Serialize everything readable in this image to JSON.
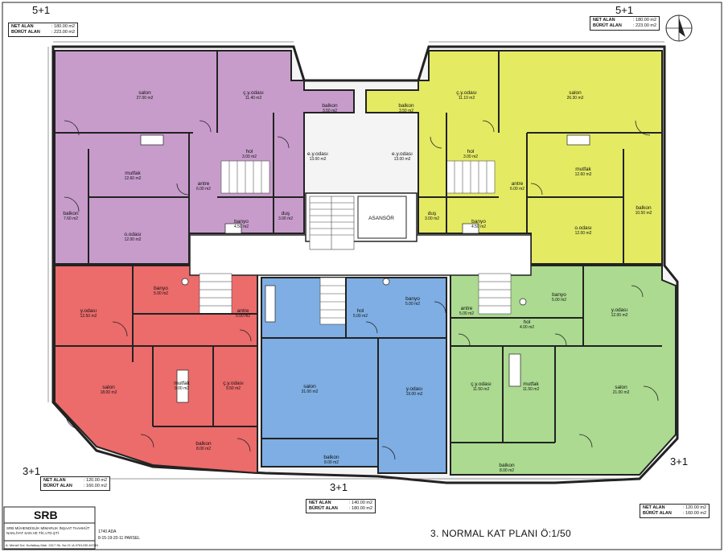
{
  "corner_labels": {
    "top_left": "5+1",
    "top_right": "5+1",
    "mid_left": "3+1",
    "mid_right": "3+1",
    "bottom_center": "3+1"
  },
  "labels": {
    "net": "NET ALAN",
    "gross": "BÜRÜT ALAN"
  },
  "area_boxes": {
    "top_left": {
      "net": ": 180.00 m2",
      "gross": ": 223.00 m2"
    },
    "top_right": {
      "net": ": 180.00 m2",
      "gross": ": 223.00 m2"
    },
    "bottom_left": {
      "net": ": 120.00 m2",
      "gross": ": 160.00 m2"
    },
    "bottom_center": {
      "net": ": 140.00 m2",
      "gross": ": 180.00 m2"
    },
    "bottom_right": {
      "net": ": 120.00 m2",
      "gross": ": 160.00 m2"
    }
  },
  "rooms": {
    "p_salon": {
      "name": "salon",
      "area": "27.00 m2"
    },
    "p_cy": {
      "name": "ç.y.odası",
      "area": "11.40 m2"
    },
    "p_balkon1": {
      "name": "balkon",
      "area": "3.50 m2"
    },
    "p_ey": {
      "name": "e.y.odası",
      "area": "13.00 m2"
    },
    "p_hol": {
      "name": "hol",
      "area": "3.00 m2"
    },
    "p_mutfak": {
      "name": "mutfak",
      "area": "12.60 m2"
    },
    "p_antre": {
      "name": "antre",
      "area": "6.00 m2"
    },
    "p_balkon2": {
      "name": "balkon",
      "area": "7.60 m2"
    },
    "p_oodasi": {
      "name": "o.odası",
      "area": "12.00 m2"
    },
    "p_banyo": {
      "name": "banyo",
      "area": "4.50 m2"
    },
    "p_dus": {
      "name": "duş",
      "area": "3.00 m2"
    },
    "y_salon": {
      "name": "salon",
      "area": "26.30 m2"
    },
    "y_cy": {
      "name": "ç.y.odası",
      "area": "11.10 m2"
    },
    "y_balkon1": {
      "name": "balkon",
      "area": "3.50 m2"
    },
    "y_ey": {
      "name": "e.y.odası",
      "area": "13.00 m2"
    },
    "y_hol": {
      "name": "hol",
      "area": "3.00 m2"
    },
    "y_mutfak": {
      "name": "mutfak",
      "area": "12.60 m2"
    },
    "y_antre": {
      "name": "antre",
      "area": "6.00 m2"
    },
    "y_balkon2": {
      "name": "balkon",
      "area": "10.50 m2"
    },
    "y_oodasi": {
      "name": "o.odası",
      "area": "12.00 m2"
    },
    "y_banyo": {
      "name": "banyo",
      "area": "4.50 m2"
    },
    "y_dus": {
      "name": "duş",
      "area": "3.00 m2"
    },
    "asansor": {
      "name": "ASANSÖR",
      "area": ""
    },
    "r_banyo": {
      "name": "banyo",
      "area": "5.00 m2"
    },
    "r_yodasi": {
      "name": "y.odası",
      "area": "12.50 m2"
    },
    "r_salon": {
      "name": "salon",
      "area": "18.00 m2"
    },
    "r_mutfak": {
      "name": "mutfak",
      "area": "9.00 m2"
    },
    "r_cy": {
      "name": "ç.y.odası",
      "area": "9.50 m2"
    },
    "r_antre": {
      "name": "antre",
      "area": "5.00 m2"
    },
    "r_balkon": {
      "name": "balkon",
      "area": "8.00 m2"
    },
    "b_banyo": {
      "name": "banyo",
      "area": "5.00 m2"
    },
    "b_hol": {
      "name": "hol",
      "area": "5.00 m2"
    },
    "b_salon": {
      "name": "salon",
      "area": "31.00 m2"
    },
    "b_yodasi": {
      "name": "y.odası",
      "area": "19.00 m2"
    },
    "b_balkon": {
      "name": "balkon",
      "area": "8.00 m2"
    },
    "g_banyo": {
      "name": "banyo",
      "area": "5.00 m2"
    },
    "g_antre": {
      "name": "antre",
      "area": "5.00 m2"
    },
    "g_hol": {
      "name": "hol",
      "area": "4.00 m2"
    },
    "g_yodasi": {
      "name": "y.odası",
      "area": "12.00 m2"
    },
    "g_cy": {
      "name": "ç.y.odası",
      "area": "11.50 m2"
    },
    "g_mutfak": {
      "name": "mutfak",
      "area": "11.50 m2"
    },
    "g_salon": {
      "name": "salon",
      "area": "21.00 m2"
    },
    "g_balkon": {
      "name": "balkon",
      "area": "8.00 m2"
    }
  },
  "title_block": {
    "logo": "SRB",
    "line1": "SRB MÜHENDİSLİK MİMARLIK İNŞAAT TAAHHÜT NAKLİYAT SAN.VE TİC.LTD.ŞTİ",
    "address": "A. Menzil Sol. Kurfalkuş Mah. 2017 Sk. No:21 /A 0761230 AYDIN",
    "ada": "1740 ADA",
    "parsel": "8-15-19-20-11 PARSEL"
  },
  "plan_title": "3. NORMAL KAT PLANI Ö:1/50",
  "colors": {
    "purple": "#c79ccb",
    "yellow": "#e4ea62",
    "red": "#ec6b6b",
    "blue": "#7eaee3",
    "green": "#abda90",
    "core": "#ffffff",
    "wall": "#222222"
  }
}
